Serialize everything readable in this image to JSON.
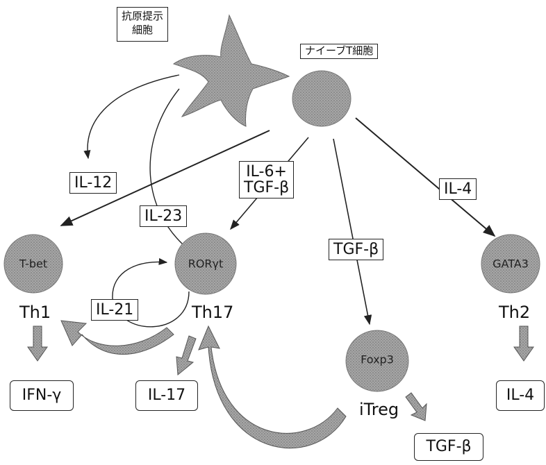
{
  "apc": {
    "label_line1": "抗原提示",
    "label_line2": "細胞"
  },
  "naive": {
    "label": "ナイーブT細胞"
  },
  "cytokines_in": {
    "il12": "IL-12",
    "il23": "IL-23",
    "il6_line1": "IL-6+",
    "il6_line2": "TGF-β",
    "tgfb": "TGF-β",
    "il4": "IL-4",
    "il21": "IL-21"
  },
  "cells": {
    "th1": {
      "tf": "T-bet",
      "name": "Th1"
    },
    "th17": {
      "tf": "RORγt",
      "name": "Th17"
    },
    "th2": {
      "tf": "GATA3",
      "name": "Th2"
    },
    "itreg": {
      "tf": "Foxp3",
      "name": "iTreg"
    }
  },
  "products": {
    "th1": "IFN-γ",
    "th17": "IL-17",
    "th2": "IL-4",
    "itreg": "TGF-β"
  },
  "colors": {
    "cell": "#9a9a9a",
    "apc": "#8e8e8e",
    "wide_arrow": "#8a8a8a"
  }
}
